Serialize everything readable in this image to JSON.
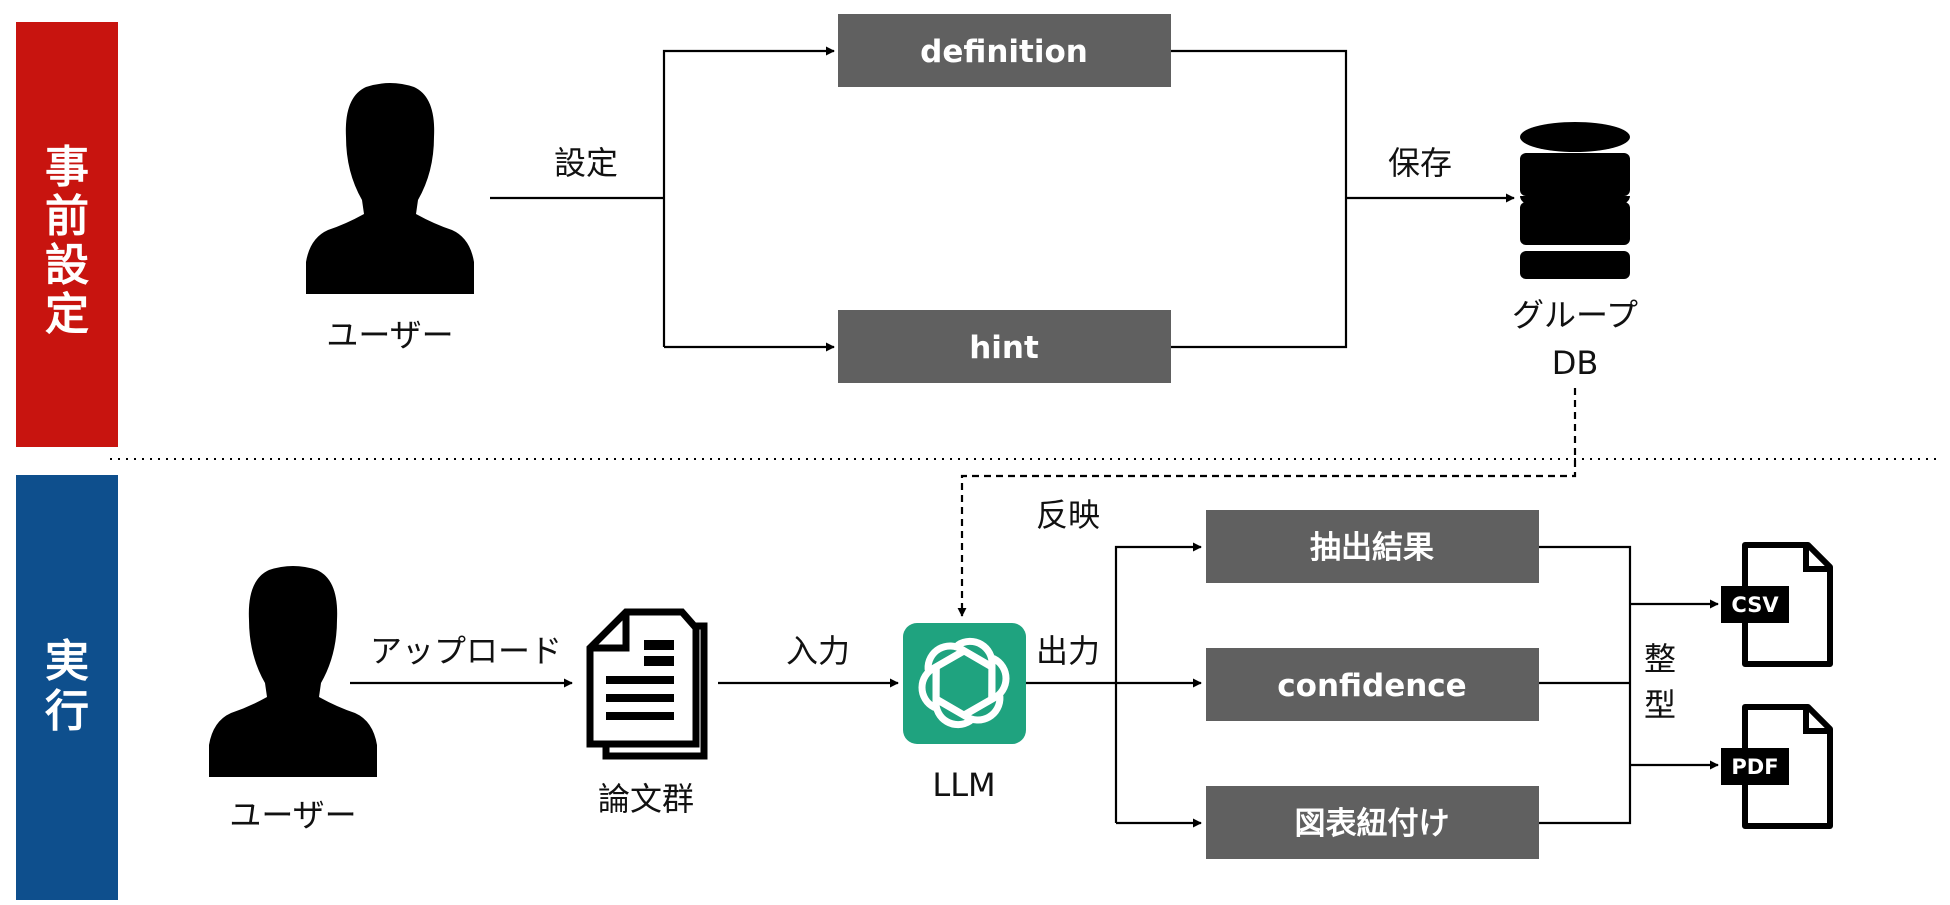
{
  "sections": {
    "setup": {
      "label": "事前設定",
      "color": "#C8140F"
    },
    "run": {
      "label": "実行",
      "color": "#0E4F8D"
    }
  },
  "setup": {
    "user_label": "ユーザー",
    "set_label": "設定",
    "definition_label": "definition",
    "hint_label": "hint",
    "save_label": "保存",
    "db_label_line1": "グループ",
    "db_label_line2": "DB"
  },
  "run": {
    "reflect_label": "反映",
    "user_label": "ユーザー",
    "upload_label": "アップロード",
    "papers_label": "論文群",
    "input_label": "入力",
    "llm_label": "LLM",
    "output_label": "出力",
    "extract_label": "抽出結果",
    "confidence_label": "confidence",
    "figure_link_label": "図表紐付け",
    "format_label_1": "整",
    "format_label_2": "型",
    "csv_label": "CSV",
    "pdf_label": "PDF"
  },
  "colors": {
    "box": "#606060",
    "llm": "#1FA37F",
    "line": "#000000"
  },
  "icons": [
    "user-icon",
    "database-icon",
    "documents-icon",
    "llm-logo-icon",
    "csv-file-icon",
    "pdf-file-icon"
  ]
}
